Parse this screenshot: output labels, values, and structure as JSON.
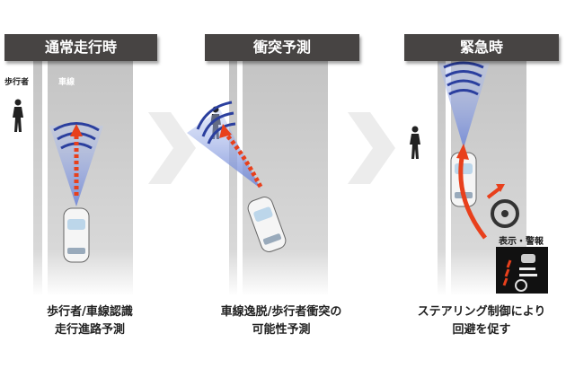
{
  "panels": [
    {
      "title": "通常走行時",
      "caption_line1": "歩行者/車線認識",
      "caption_line2": "走行進路予測"
    },
    {
      "title": "衝突予測",
      "caption_line1": "車線逸脱/歩行者衝突の",
      "caption_line2": "可能性予測"
    },
    {
      "title": "緊急時",
      "caption_line1": "ステアリング制御により",
      "caption_line2": "回避を促す"
    }
  ],
  "labels": {
    "pedestrian": "歩行者",
    "lane": "車線",
    "display_warning": "表示・警報"
  },
  "colors": {
    "header": "#474443",
    "road": "#c9c9c9",
    "arrow": "#e8401c",
    "waves": "#2b3f9e"
  }
}
